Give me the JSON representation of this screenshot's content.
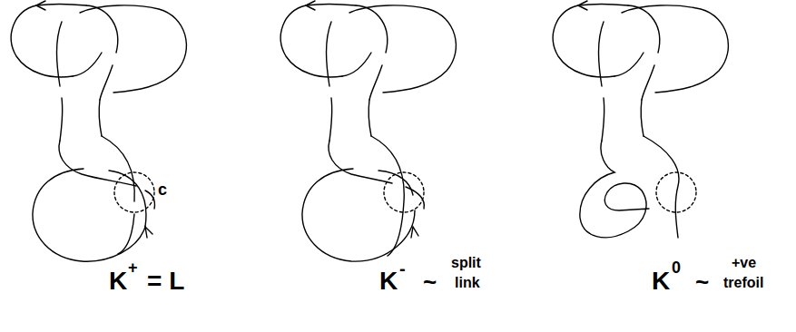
{
  "diagram": {
    "labels": [
      "c",
      "K",
      "+",
      "= L",
      "K",
      "-",
      "~",
      "split",
      "link",
      "K",
      "0",
      "~",
      "+ve",
      "trefoil"
    ]
  }
}
